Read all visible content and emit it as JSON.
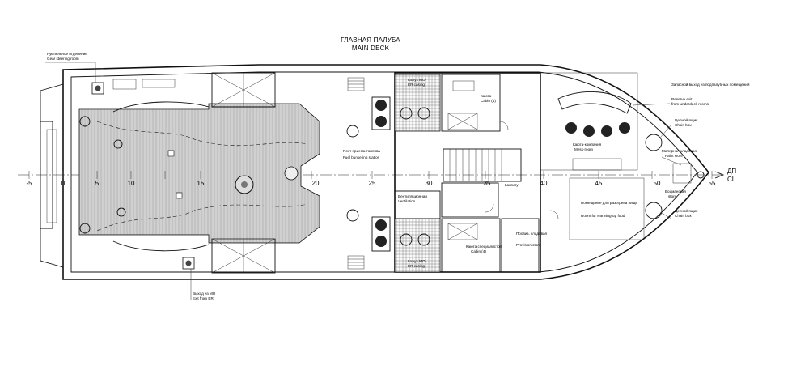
{
  "title": {
    "ru": "ГЛАВНАЯ ПАЛУБА",
    "en": "MAIN DECK"
  },
  "labels": {
    "steering_ru": "Румпельное отделение",
    "steering_en": "Gear steering room",
    "exit_er_ru": "Выход из МО",
    "exit_er_en": "Exit from ER",
    "er_casing_top_ru": "Кожух МО",
    "er_casing_top_en": "ER casing",
    "cabin_top_ru": "Каюта",
    "cabin_top_en": "Cabin (4)",
    "fuel_ru": "Пост приема топлива",
    "fuel_en": "Fuel bunkering station",
    "laundry_en": "Laundry",
    "vent_ru": "Вентиляционная",
    "vent_en": "Ventilation",
    "er_casing_bot_ru": "Кожух МО",
    "er_casing_bot_en": "ER casing",
    "cabin_bot_ru": "Каюта специалистов",
    "cabin_bot_en": "Cabin (4)",
    "provision_ru": "Провиз. кладовая",
    "provision_en": "Provision store",
    "messroom_ru": "Каюта-компания",
    "messroom_en": "Mess-room",
    "food_ru": "Помещение для разогрева пищи",
    "food_en": "Room for warming-up food",
    "emergency_ru": "Запасной выход из подпалубных помещений",
    "emergency_en1": "Reserve exit",
    "emergency_en2": "from underdeck rooms",
    "chain_top_ru": "Цепной ящик",
    "chain_top_en": "Chain box",
    "paint_ru": "Малярная кладовая",
    "paint_en": "Paint store",
    "boatswain_ru": "Боцманская",
    "boatswain_en": "store",
    "chain_bot_ru": "Цепной ящик",
    "chain_bot_en": "Chain box",
    "centerline_ru": "ДП",
    "centerline_en": "CL"
  },
  "frame_marks": [
    "-5",
    "0",
    "5",
    "10",
    "15",
    "20",
    "25",
    "30",
    "35",
    "40",
    "45",
    "50",
    "55"
  ]
}
